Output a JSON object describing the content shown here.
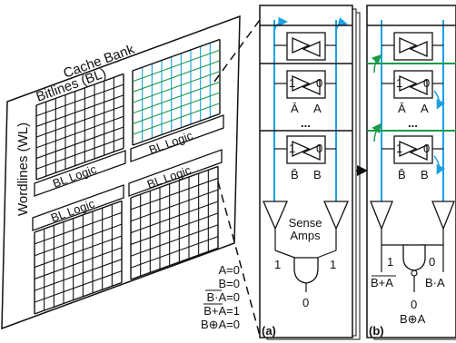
{
  "bank": {
    "title": "Cache Bank",
    "bitlines_label": "Bitlines (BL)",
    "wordlines_label": "Wordlines (WL)",
    "bl_logic_labels": [
      "BL Logic",
      "BL Logic",
      "BL Logic",
      "BL Logic"
    ]
  },
  "panel_a": {
    "tag": "(a)",
    "row_a": {
      "bit_left": "1",
      "bit_right": "0",
      "bl_left": "Ā",
      "bl_right": "A"
    },
    "row_b": {
      "bit_left": "1",
      "bit_right": "0",
      "bl_left": "B̄",
      "bl_right": "B"
    },
    "ellipsis": "...",
    "sense_amps": [
      "Sense",
      "Amps"
    ],
    "gate_in_left": "1",
    "gate_in_right": "1",
    "gate_out": "0"
  },
  "panel_b": {
    "tag": "(b)",
    "row_a": {
      "bit_left": "1",
      "bit_right": "0",
      "bl_left": "Ā",
      "bl_right": "A"
    },
    "row_b": {
      "bit_left": "1",
      "bit_right": "0",
      "bl_left": "B̄",
      "bl_right": "B"
    },
    "ellipsis": "...",
    "nor_in": "1",
    "nor_label": "B+A",
    "and_in": "0",
    "and_label": "B·A",
    "out_value": "0",
    "out_label": "B⊕A"
  },
  "results": [
    "A=0",
    "B=0",
    "B·A=0",
    "B+A=1",
    "B⊕A=0"
  ],
  "colors": {
    "bitline": "#1ba1e2",
    "wordline": "#1a9a4a",
    "ink": "#111111"
  }
}
